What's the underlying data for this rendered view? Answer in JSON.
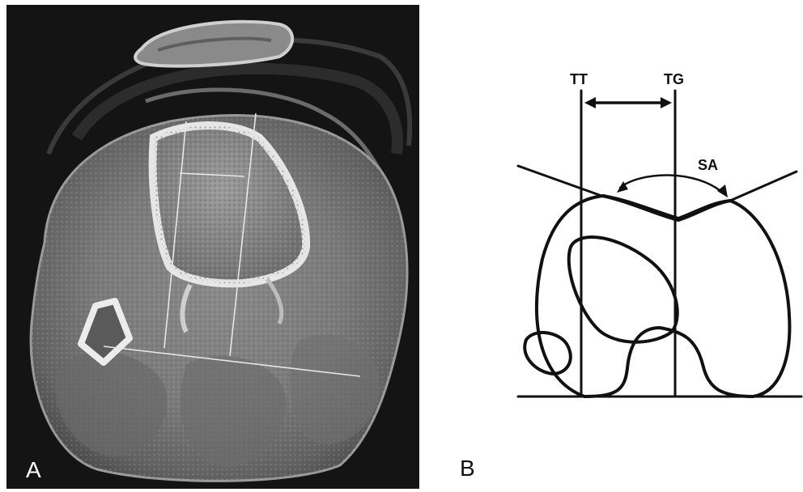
{
  "figure": {
    "panel_a": {
      "letter": "A"
    },
    "panel_b": {
      "letter": "B",
      "labels": {
        "tt": "TT",
        "tg": "TG",
        "sa": "SA"
      }
    }
  },
  "colors": {
    "ct_background": "#141414",
    "ink": "#111111",
    "bone": "#dcdcdc",
    "guide": "#e6e6e6"
  }
}
